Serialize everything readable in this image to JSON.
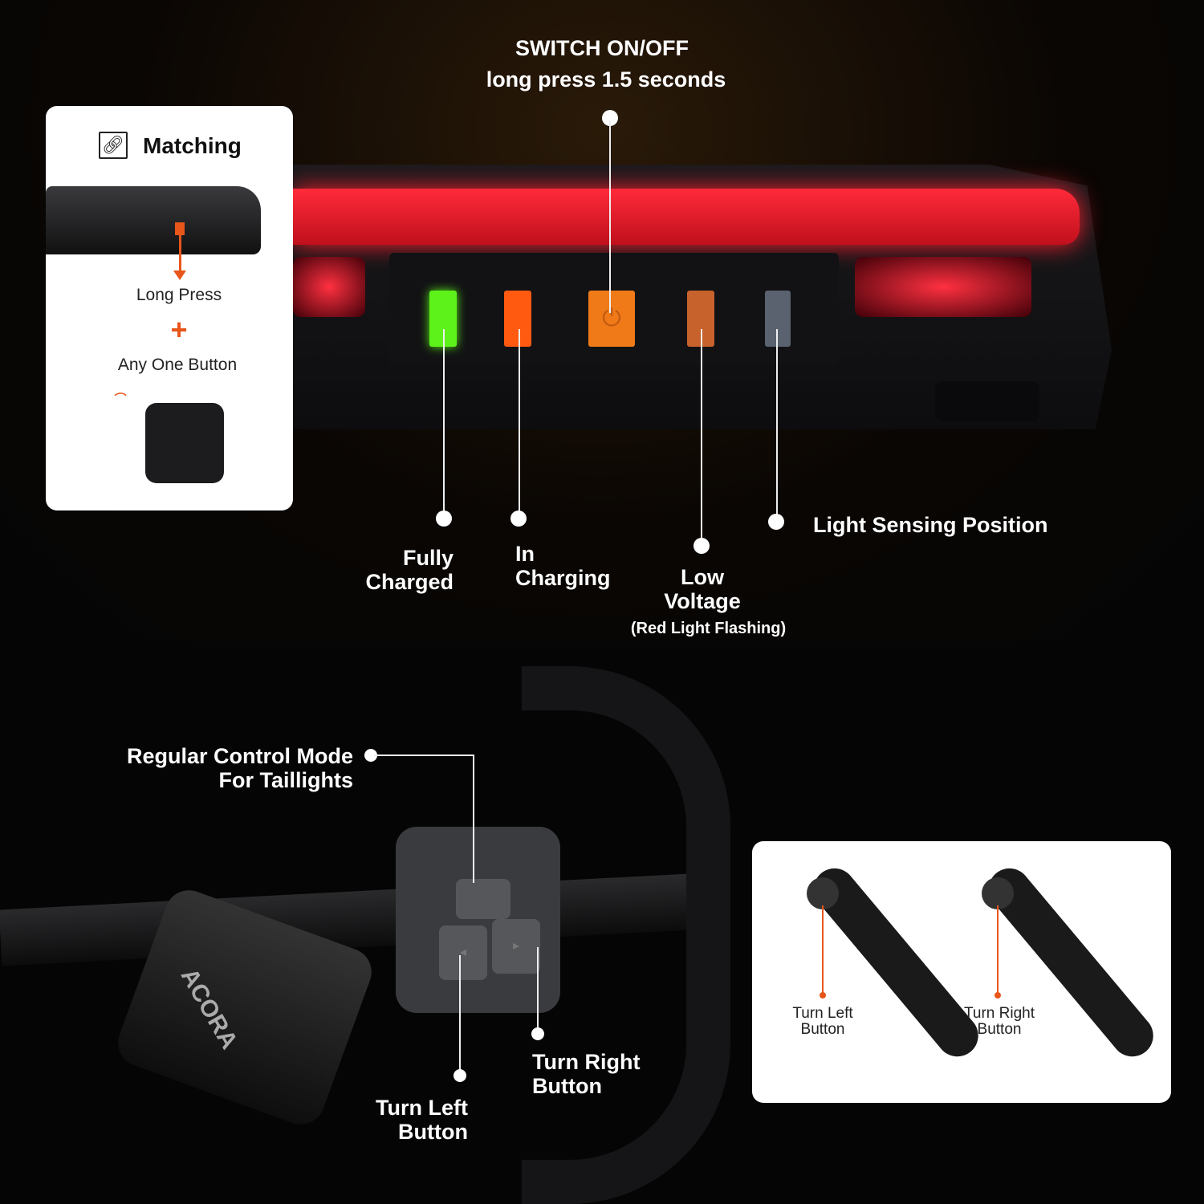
{
  "switch": {
    "title": "SWITCH ON/OFF",
    "subtitle": "long press 1.5 seconds"
  },
  "matching": {
    "title": "Matching",
    "icon": "link-icon",
    "step1": "Long Press",
    "plus": "+",
    "step2": "Any One Button",
    "accent": "#e8561a"
  },
  "indicators": [
    {
      "label1": "Fully",
      "label2": "Charged",
      "color": "#5cf21a"
    },
    {
      "label1": "In",
      "label2": "Charging",
      "color": "#ff5a10"
    },
    {
      "label1": "Low",
      "label2": "Voltage",
      "note": "(Red Light Flashing)",
      "color": "#c8622c"
    },
    {
      "label": "Light Sensing Position",
      "color": "#5a6270"
    }
  ],
  "power_button_color": "#f07a18",
  "remote": {
    "mode_line1": "Regular Control Mode",
    "mode_line2": "For Taillights",
    "left_line1": "Turn Left",
    "left_line2": "Button",
    "right_line1": "Turn Right",
    "right_line2": "Button"
  },
  "straps": {
    "left_line1": "Turn Left",
    "left_line2": "Button",
    "right_line1": "Turn Right",
    "right_line2": "Button"
  },
  "stem_brand": "ACORA"
}
